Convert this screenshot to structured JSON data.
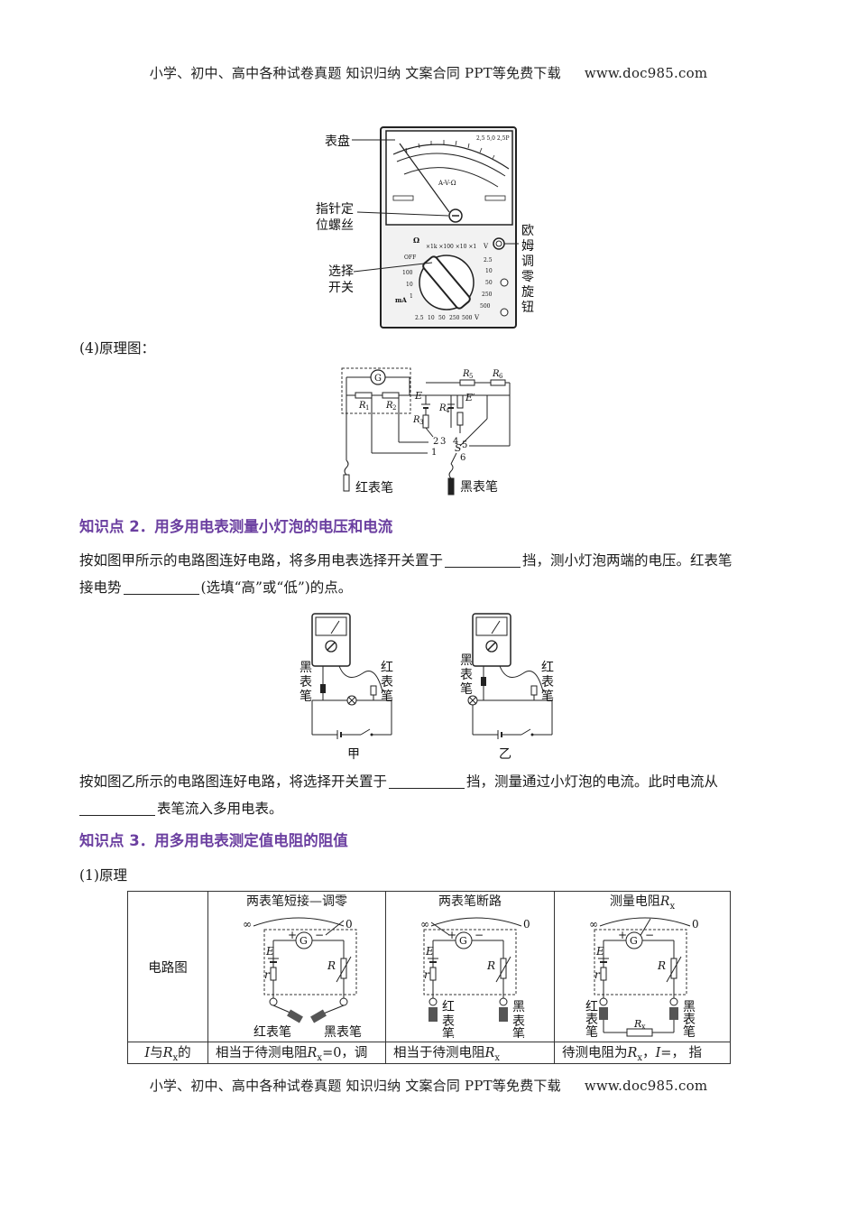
{
  "header": {
    "left": "小学、初中、高中各种试卷真题 知识归纳 文案合同 PPT等免费下载",
    "site": "www.doc985.com"
  },
  "meter": {
    "label_dial": "表盘",
    "label_screw_l1": "指针定",
    "label_screw_l2": "位螺丝",
    "label_switch_l1": "选择",
    "label_switch_l2": "开关",
    "label_ohm_knob": [
      "欧",
      "姆",
      "调",
      "零",
      "旋",
      "钮"
    ],
    "face_model": "2,5 5,0 2,5P",
    "face_avo": "A-V-Ω",
    "face_ohm_range": "×1k ×100 ×10 ×1",
    "face_omega": "Ω",
    "face_off": "OFF",
    "face_ma": "mA",
    "face_v": "V",
    "left_ticks": [
      "100",
      "10",
      "1"
    ],
    "right_ticks": [
      "2.5",
      "10",
      "50",
      "250",
      "500"
    ],
    "bottom_ticks": [
      "2.5",
      "10",
      "50",
      "250",
      "500"
    ]
  },
  "section4": {
    "title": "(4)原理图：",
    "labels": {
      "G": "G",
      "R1": "R",
      "R1_sub": "1",
      "R2": "R",
      "R2_sub": "2",
      "R3": "R",
      "R3_sub": "3",
      "R4": "R",
      "R4_sub": "4",
      "R5": "R",
      "R5_sub": "5",
      "R6": "R",
      "R6_sub": "6",
      "E": "E",
      "E2": "E′",
      "S": "S",
      "n1": "1",
      "n2": "2",
      "n3": "3",
      "n4": "4",
      "n5": "5",
      "n6": "6",
      "red_probe": "红表笔",
      "black_probe": "黑表笔"
    }
  },
  "kp2": {
    "heading": "知识点 2．用多用电表测量小灯泡的电压和电流",
    "p1_a": "按如图甲所示的电路图连好电路，将多用电表选择开关置于",
    "p1_b": "挡，测小灯泡两端的电压。红表笔",
    "p1_c": "接电势",
    "p1_d": "(选填“高”或“低”)的点。",
    "fig_a_caption": "甲",
    "fig_b_caption": "乙",
    "fig_black": [
      "黑",
      "表",
      "笔"
    ],
    "fig_red": [
      "红",
      "表",
      "笔"
    ],
    "p2_a": "按如图乙所示的电路图连好电路，将选择开关置于",
    "p2_b": "挡，测量通过小灯泡的电流。此时电流从",
    "p2_c": "表笔流入多用电表。"
  },
  "kp3": {
    "heading": "知识点 3．用多用电表测定值电阻的阻值",
    "sub": "(1)原理",
    "row1_label": "电路图",
    "col1_title": "两表笔短接—调零",
    "col2_title": "两表笔断路",
    "col3_title_a": "测量电阻",
    "col3_title_b": "R",
    "col3_title_sub": "x",
    "inf": "∞",
    "zero": "0",
    "E": "E",
    "r": "r",
    "R": "R",
    "G": "G",
    "plus": "+",
    "minus": "−",
    "red_probe": "红表笔",
    "black_probe": "黑表笔",
    "red_v": [
      "红",
      "表",
      "笔"
    ],
    "black_v": [
      "黑",
      "表",
      "笔"
    ],
    "Rx": "R",
    "Rx_sub": "x",
    "row2_label_a": "I",
    "row2_label_b": "与",
    "row2_label_c": "R",
    "row2_label_sub": "x",
    "row2_label_d": "的",
    "row2_c1_a": "相当于待测电阻",
    "row2_c1_b": "R",
    "row2_c1_sub": "x",
    "row2_c1_c": "=0，调",
    "row2_c2_a": "相当于待测电阻",
    "row2_c2_b": "R",
    "row2_c2_sub": "x",
    "row2_c3_a": "待测电阻为",
    "row2_c3_b": "R",
    "row2_c3_sub": "x",
    "row2_c3_c": "，",
    "row2_c3_d": "I",
    "row2_c3_e": "=，  指"
  },
  "footer": {
    "left": "小学、初中、高中各种试卷真题 知识归纳 文案合同 PPT等免费下载",
    "site": "www.doc985.com"
  }
}
